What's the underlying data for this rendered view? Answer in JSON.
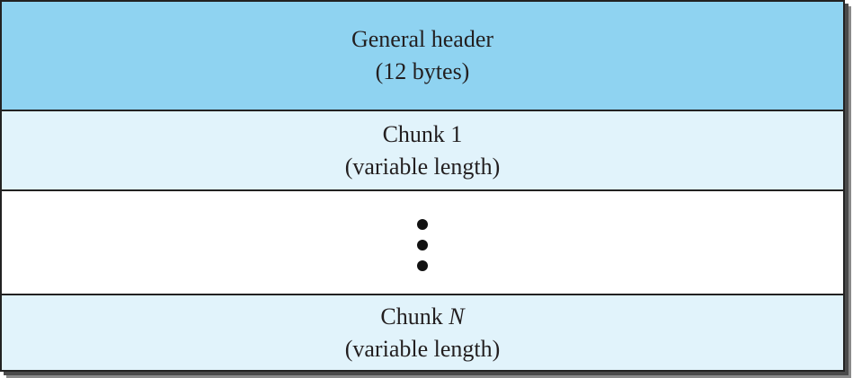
{
  "packet": {
    "header": {
      "name": "General header",
      "size": "(12 bytes)"
    },
    "first_chunk": {
      "name": "Chunk 1",
      "size": "(variable length)"
    },
    "ellipsis": "vertical-dots",
    "last_chunk": {
      "name_prefix": "Chunk ",
      "name_var": "N",
      "size": "(variable length)"
    }
  },
  "colors": {
    "header_fill": "#8fd3f1",
    "chunk_fill": "#e1f3fb",
    "gap_fill": "#ffffff",
    "border": "#222222"
  }
}
